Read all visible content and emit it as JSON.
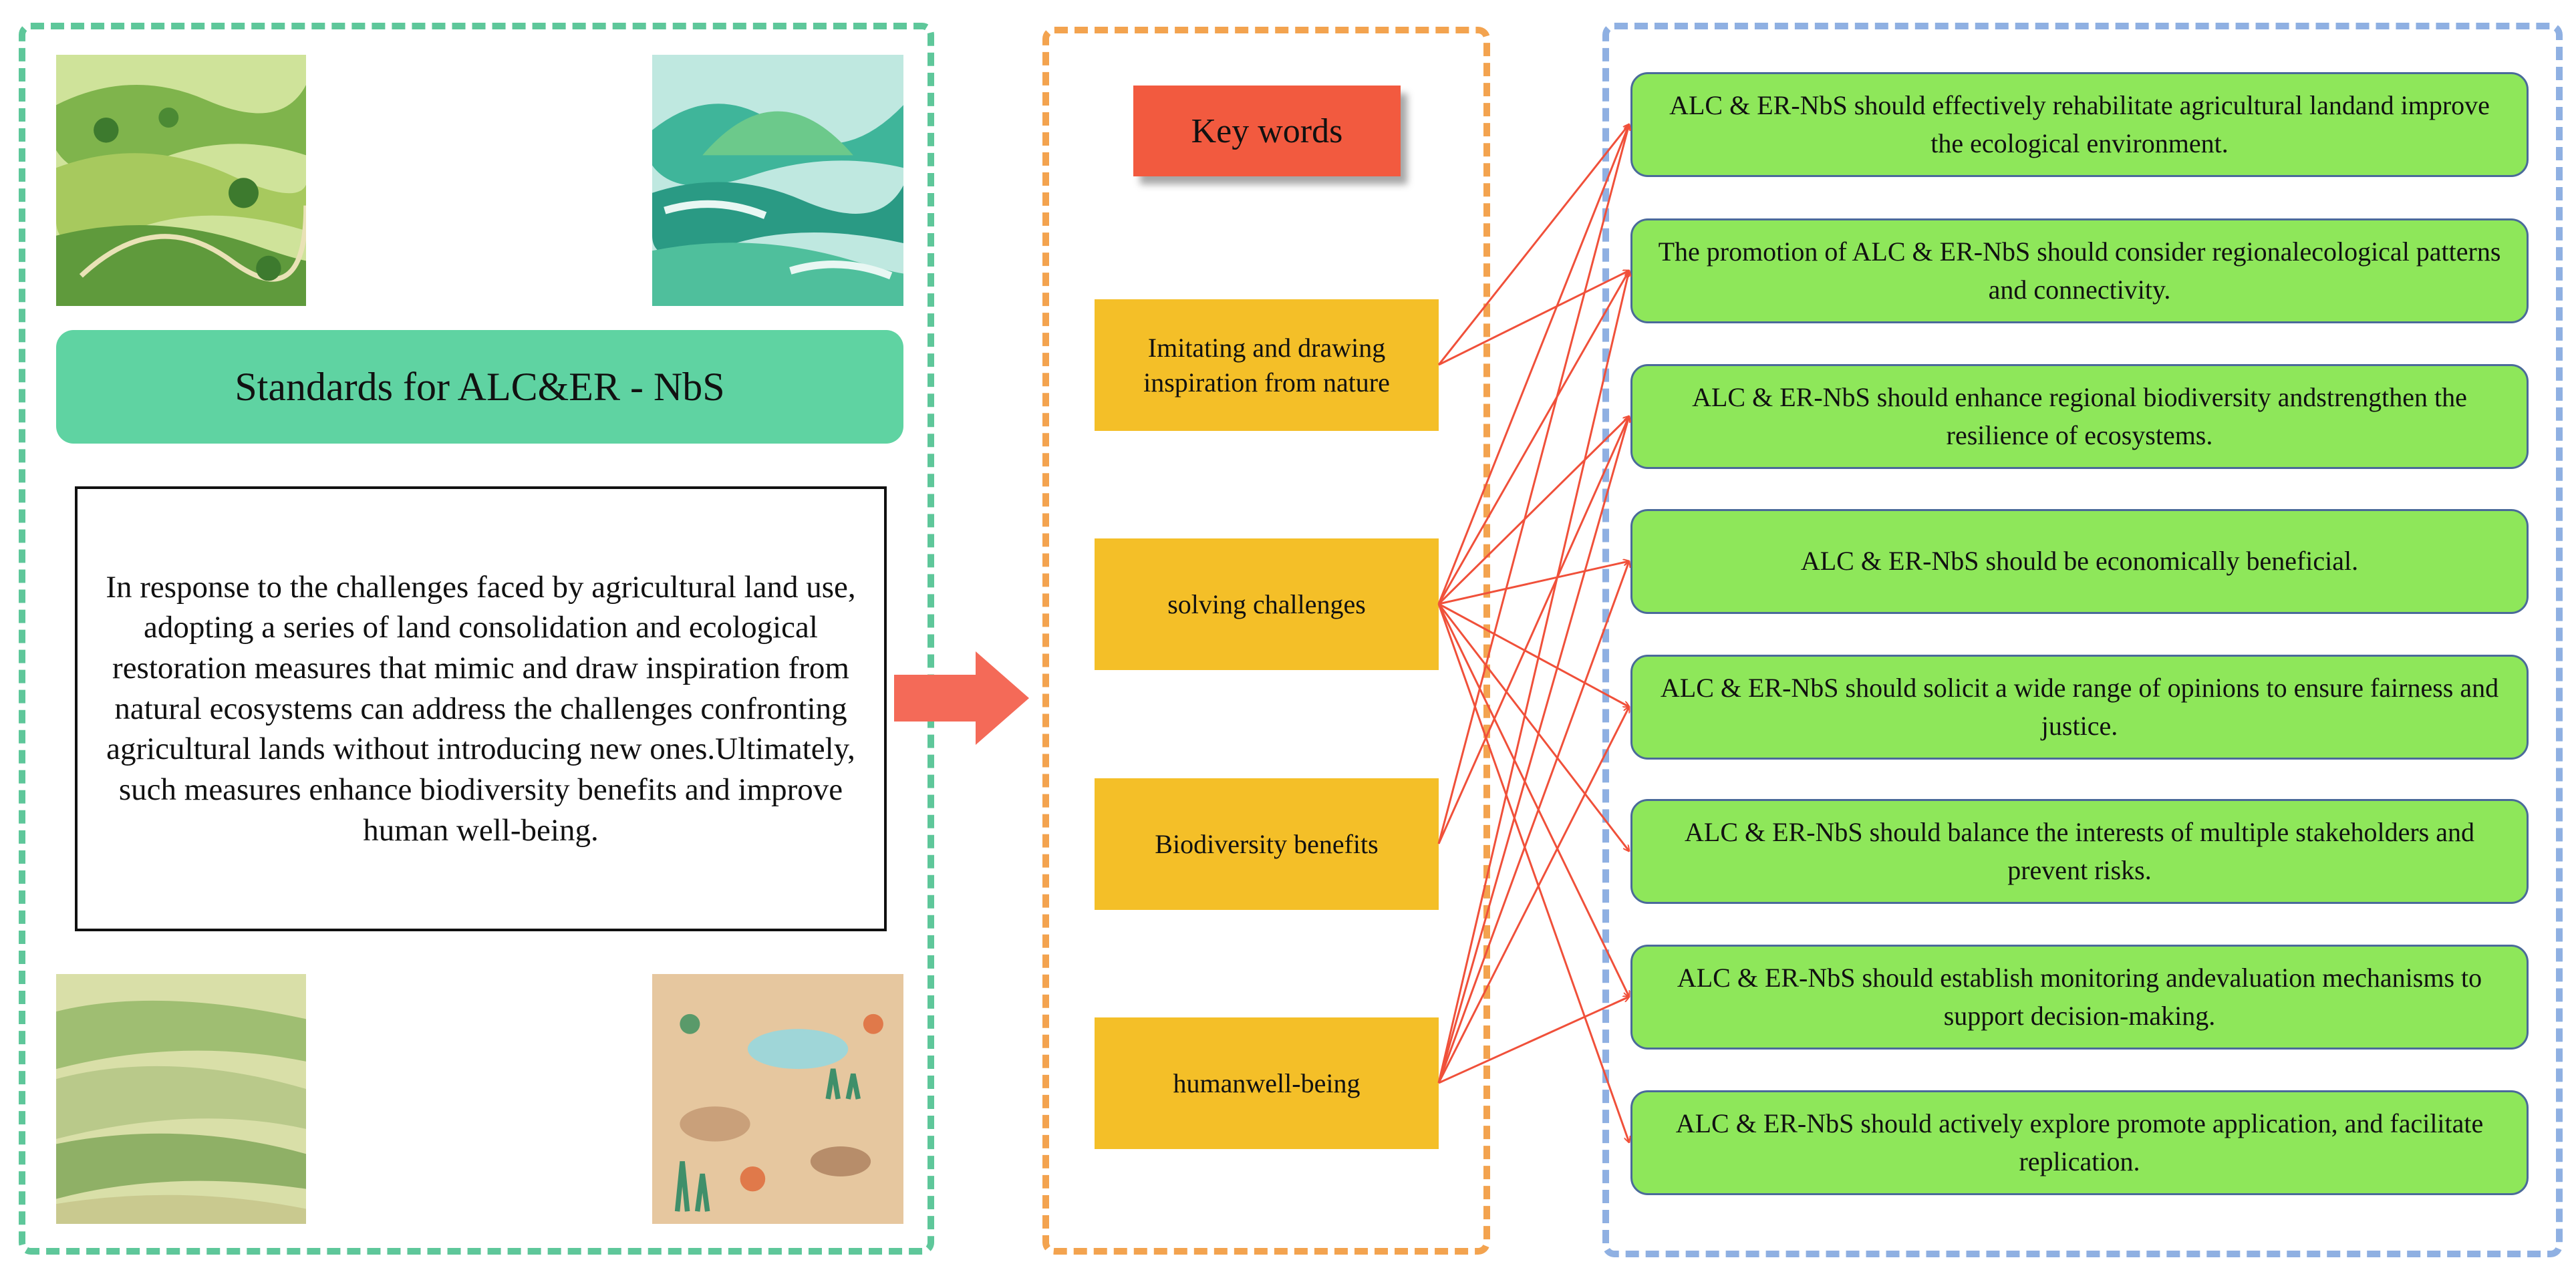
{
  "left_panel": {
    "title": "Standards for  ALC&ER - NbS",
    "description": "In response to the challenges faced by agricultural land use, adopting a series of land consolidation and ecological restoration measures that mimic and draw inspiration from natural ecosystems can address the challenges confronting agricultural lands without introducing new ones.Ultimately, such measures enhance biodiversity benefits and improve human well-being."
  },
  "middle_panel": {
    "header": "Key words",
    "keywords": [
      "Imitating and drawing inspiration from nature",
      "solving challenges",
      "Biodiversity benefits",
      "humanwell-being"
    ]
  },
  "right_panel": {
    "standards": [
      "ALC & ER-NbS should effectively rehabilitate agricultural landand improve the ecological environment.",
      "The promotion of ALC & ER-NbS should consider regionalecological patterns and connectivity.",
      "ALC & ER-NbS should enhance regional biodiversity andstrengthen the resilience of ecosystems.",
      "ALC & ER-NbS should be economically beneficial.",
      "ALC & ER-NbS should solicit a wide range of opinions to ensure fairness and justice.",
      "ALC & ER-NbS should balance the interests of multiple stakeholders and prevent risks.",
      "ALC & ER-NbS should establish monitoring andevaluation mechanisms to support decision-making.",
      "ALC & ER-NbS should actively explore promote application, and facilitate replication."
    ]
  },
  "connections": [
    [
      0,
      0
    ],
    [
      0,
      1
    ],
    [
      1,
      0
    ],
    [
      1,
      1
    ],
    [
      1,
      2
    ],
    [
      1,
      3
    ],
    [
      1,
      4
    ],
    [
      1,
      5
    ],
    [
      1,
      6
    ],
    [
      1,
      7
    ],
    [
      2,
      0
    ],
    [
      2,
      2
    ],
    [
      3,
      1
    ],
    [
      3,
      2
    ],
    [
      3,
      3
    ],
    [
      3,
      4
    ],
    [
      3,
      6
    ]
  ],
  "colors": {
    "left_border": "#5ec79a",
    "middle_border": "#f3a34f",
    "right_border": "#8fb0e2",
    "title_fill": "#5fd3a2",
    "keywords_header_fill": "#f25a3f",
    "keyword_fill": "#f4bf28",
    "standard_fill": "#8ee75a",
    "arrow": "#f0503a"
  },
  "images": [
    {
      "name": "green-farmland-landscape-image"
    },
    {
      "name": "turquoise-hills-landscape-image"
    },
    {
      "name": "grassland-dunes-landscape-image"
    },
    {
      "name": "desert-wetland-landscape-image"
    }
  ]
}
